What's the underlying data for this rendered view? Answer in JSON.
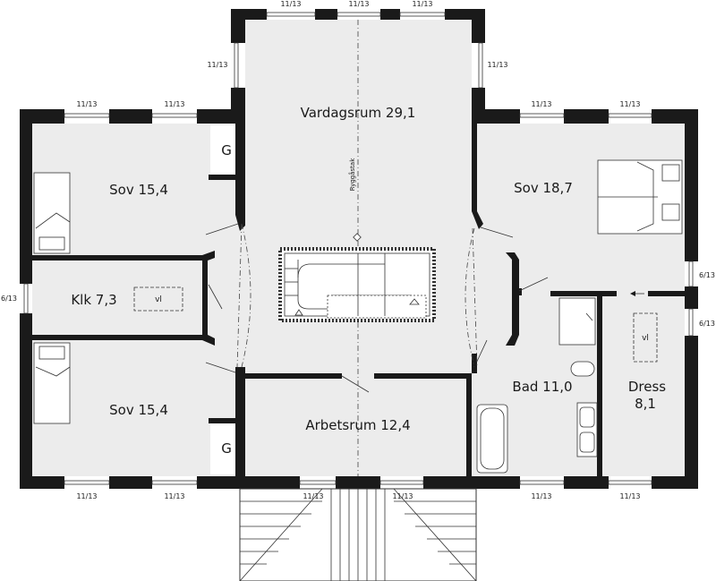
{
  "rooms": {
    "vardagsrum": "Vardagsrum 29,1",
    "sov_nw": "Sov 15,4",
    "sov_sw": "Sov 15,4",
    "sov_ne": "Sov 18,7",
    "klk": "Klk 7,3",
    "arbetsrum": "Arbetsrum 12,4",
    "bad": "Bad 11,0",
    "dress_line1": "Dress",
    "dress_line2": "8,1"
  },
  "labels": {
    "g_upper": "G",
    "g_lower": "G",
    "vl_klk": "vl",
    "vl_dress": "vl",
    "ryggastak": "Ryggåstak"
  },
  "windows": {
    "top_left": "11/13",
    "top_mid": "11/13",
    "top_right": "11/13",
    "wing_left": "11/13",
    "wing_right": "11/13",
    "nw_a": "11/13",
    "nw_b": "11/13",
    "ne_a": "11/13",
    "ne_b": "11/13",
    "west": "6/13",
    "east_a": "6/13",
    "east_b": "6/13",
    "sw_a": "11/13",
    "sw_b": "11/13",
    "entry_a": "11/13",
    "entry_b": "11/13",
    "se_a": "11/13",
    "se_b": "11/13"
  }
}
